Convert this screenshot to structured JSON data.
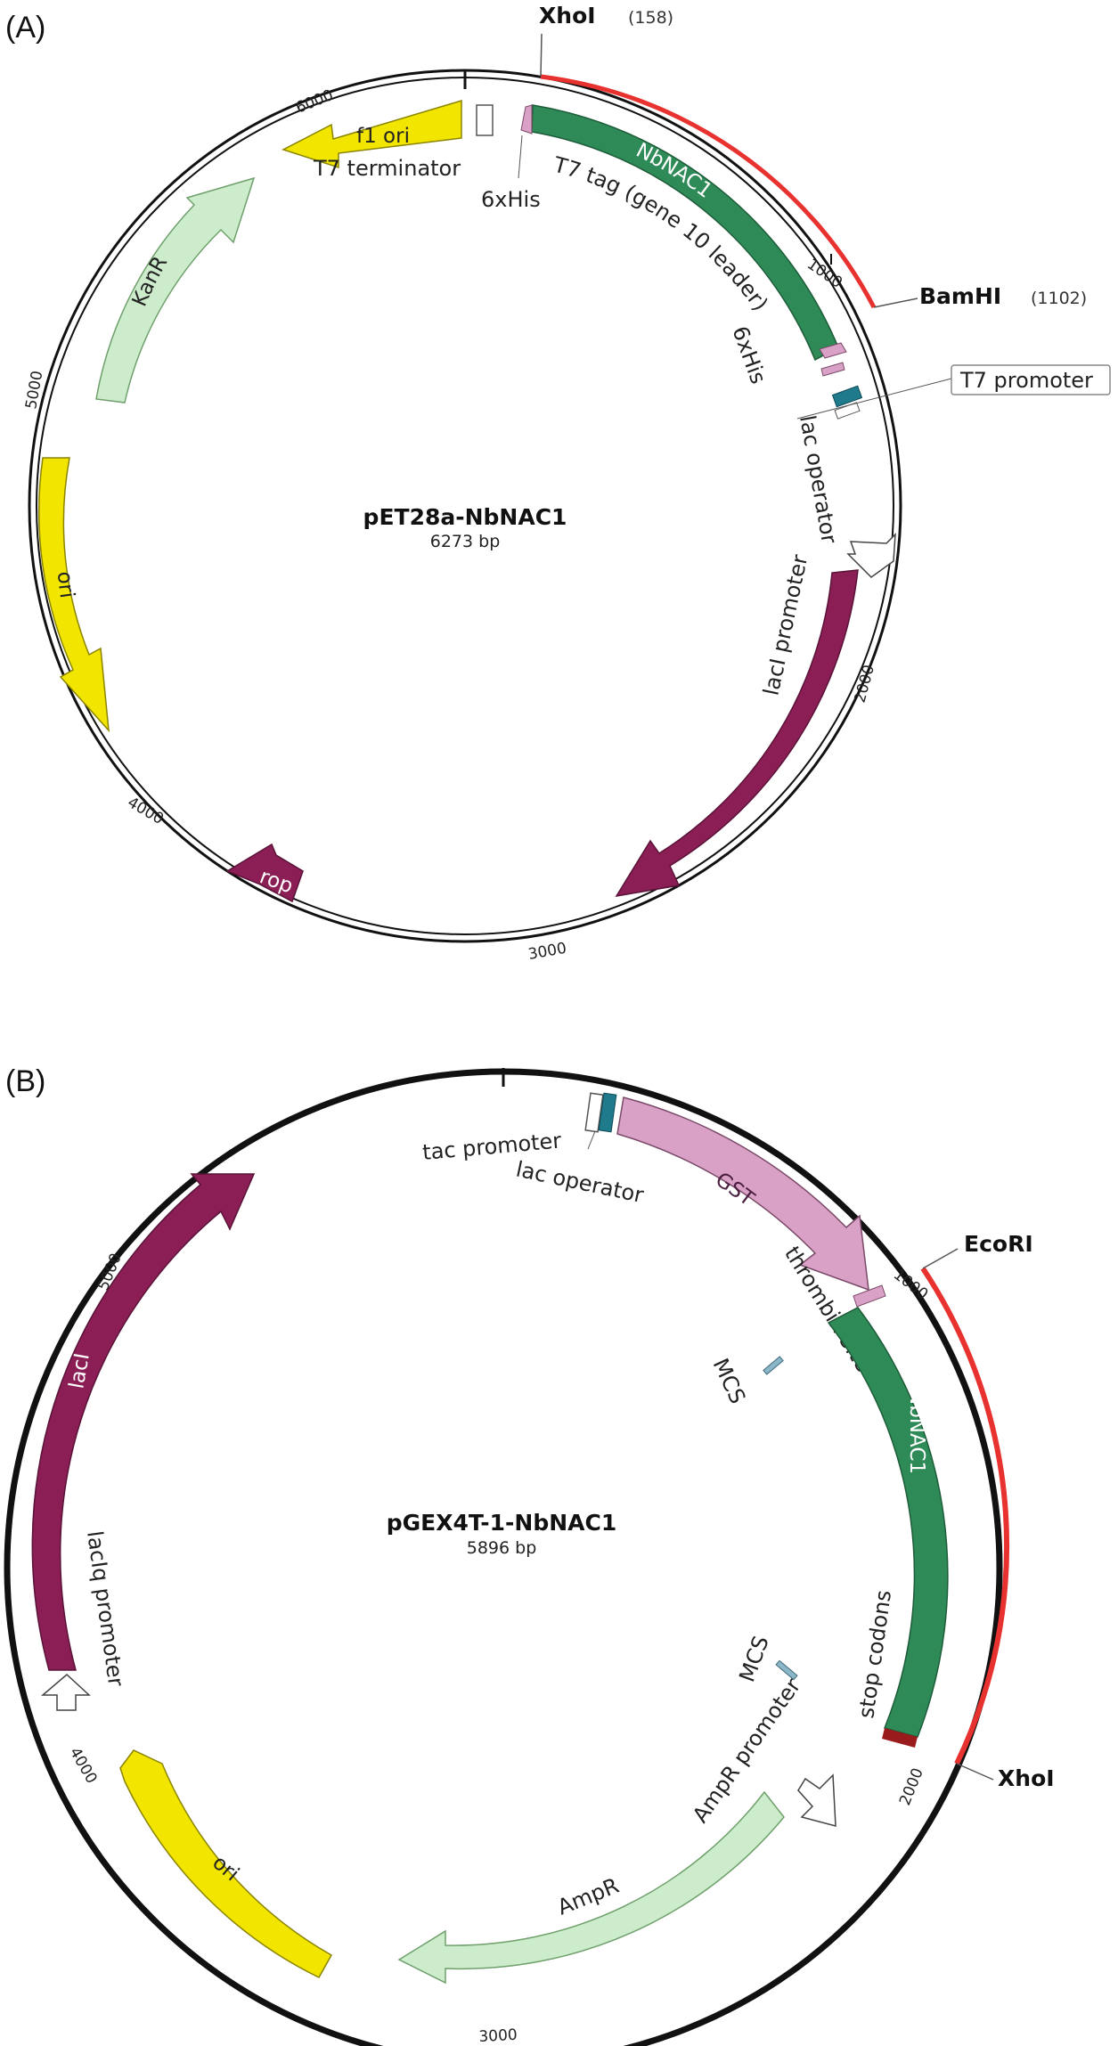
{
  "panelA": {
    "label": "(A)",
    "title": "pET28a-NbNAC1",
    "size": "6273 bp",
    "sites": {
      "xhoi": "XhoI",
      "xhoi_pos": "(158)",
      "bamhi": "BamHI",
      "bamhi_pos": "(1102)"
    },
    "ticks": [
      "1000",
      "2000",
      "3000",
      "4000",
      "5000",
      "6000"
    ],
    "features": {
      "nbnac1": "NbNAC1",
      "lacI": "lacI",
      "rop": "rop",
      "ori": "ori",
      "kanR": "KanR",
      "f1ori": "f1 ori"
    },
    "labels": {
      "t7term": "T7 terminator",
      "his6a": "6xHis",
      "t7tag": "T7 tag (gene 10 leader)",
      "his6b": "6xHis",
      "t7prom": "T7 promoter",
      "lacop": "lac operator",
      "laciprom": "lacI promoter"
    },
    "colors": {
      "insert_arc": "#e8322f",
      "nbnac1": "#2e8b57",
      "lacI": "#8b1f55",
      "ori": "#f2e600",
      "kanR": "#cdeccb"
    }
  },
  "panelB": {
    "label": "(B)",
    "title": "pGEX4T-1-NbNAC1",
    "size": "5896 bp",
    "sites": {
      "ecori": "EcoRI",
      "xhoi": "XhoI"
    },
    "ticks": [
      "1000",
      "2000",
      "3000",
      "4000",
      "5000"
    ],
    "features": {
      "gst": "GST",
      "nbnac1": "NbNAC1",
      "lacI": "lacI",
      "ori": "ori",
      "ampR": "AmpR"
    },
    "labels": {
      "tacprom": "tac promoter",
      "lacop": "lac operator",
      "thrombin": "thrombin site",
      "mcs1": "MCS",
      "mcs2": "MCS",
      "stop": "stop codons",
      "lacIq": "lacIq promoter",
      "ampRprom": "AmpR promoter"
    },
    "colors": {
      "insert_arc": "#e8322f",
      "gst": "#d9a1c5",
      "nbnac1": "#2e8b57",
      "lacI": "#8b1f55",
      "ori": "#f2e600",
      "ampR": "#cdeccb"
    }
  }
}
